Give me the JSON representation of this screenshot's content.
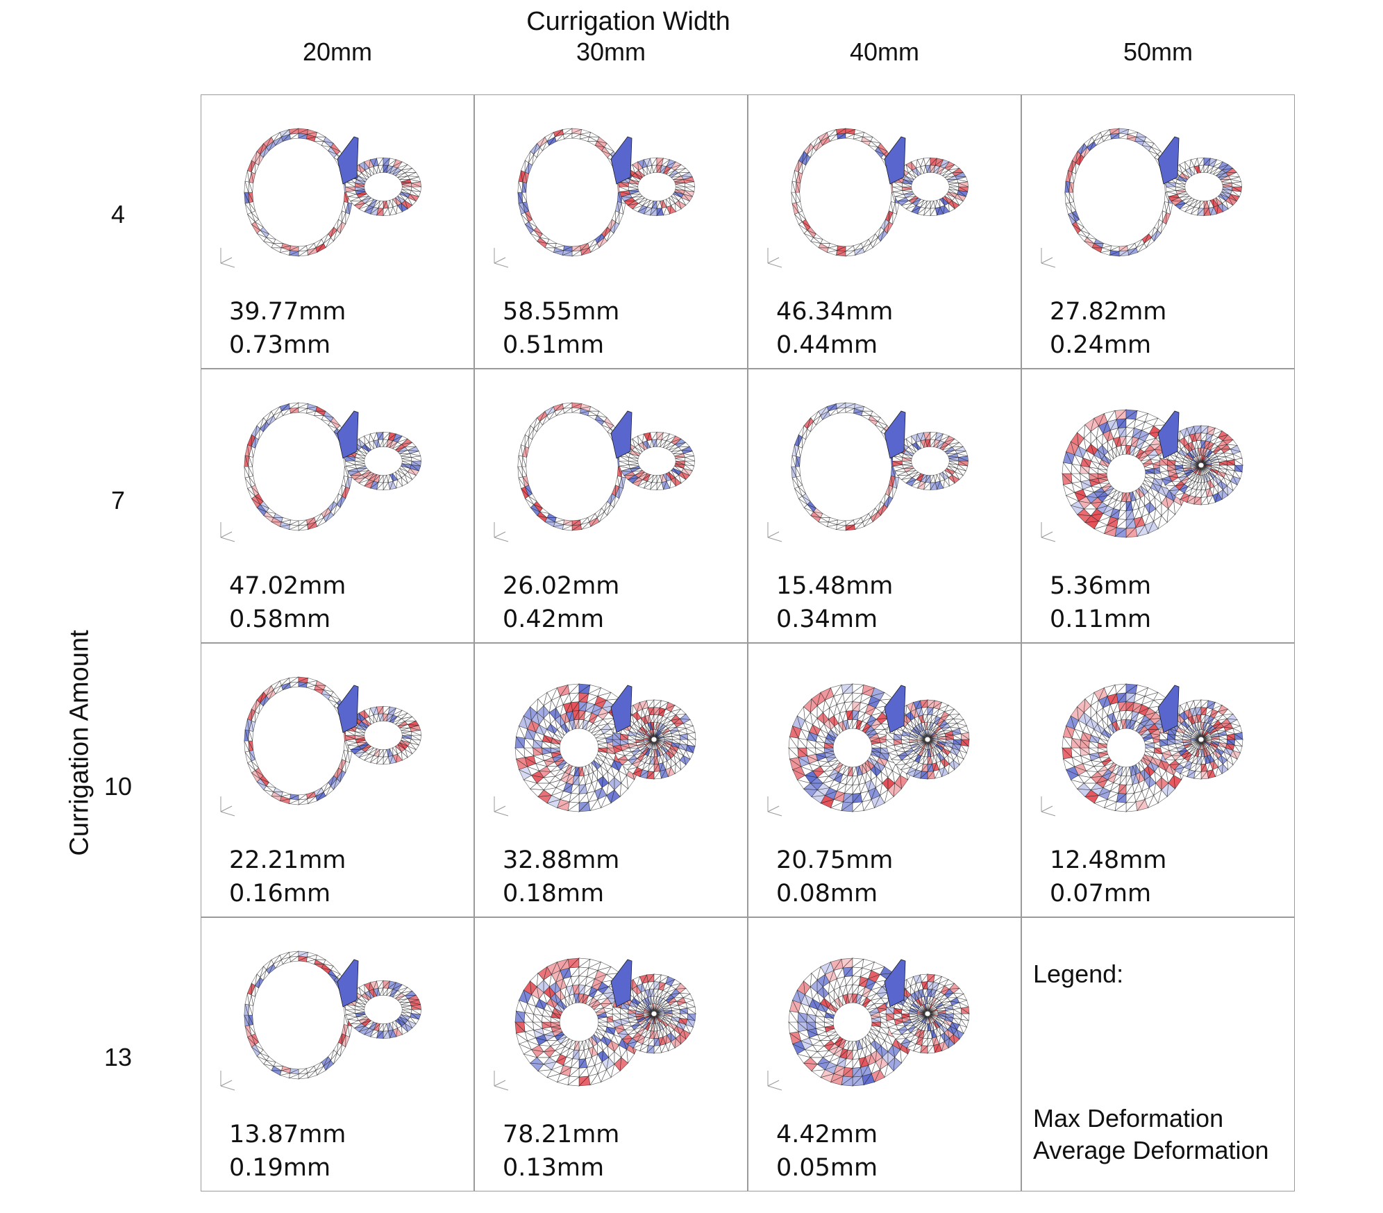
{
  "header": {
    "title": "Currigation Width",
    "columns": [
      "20mm",
      "30mm",
      "40mm",
      "50mm"
    ]
  },
  "side": {
    "title": "Currigation Amount",
    "rows": [
      "4",
      "7",
      "10",
      "13"
    ]
  },
  "cells": [
    [
      {
        "max": "39.77mm",
        "avg": "0.73mm",
        "shape": "wire"
      },
      {
        "max": "58.55mm",
        "avg": "0.51mm",
        "shape": "wire"
      },
      {
        "max": "46.34mm",
        "avg": "0.44mm",
        "shape": "wire"
      },
      {
        "max": "27.82mm",
        "avg": "0.24mm",
        "shape": "wire"
      }
    ],
    [
      {
        "max": "47.02mm",
        "avg": "0.58mm",
        "shape": "wire"
      },
      {
        "max": "26.02mm",
        "avg": "0.42mm",
        "shape": "wire"
      },
      {
        "max": "15.48mm",
        "avg": "0.34mm",
        "shape": "wire"
      },
      {
        "max": "5.36mm",
        "avg": "0.11mm",
        "shape": "filled"
      }
    ],
    [
      {
        "max": "22.21mm",
        "avg": "0.16mm",
        "shape": "wire"
      },
      {
        "max": "32.88mm",
        "avg": "0.18mm",
        "shape": "filled"
      },
      {
        "max": "20.75mm",
        "avg": "0.08mm",
        "shape": "filled"
      },
      {
        "max": "12.48mm",
        "avg": "0.07mm",
        "shape": "filled"
      }
    ],
    [
      {
        "max": "13.87mm",
        "avg": "0.19mm",
        "shape": "wire"
      },
      {
        "max": "78.21mm",
        "avg": "0.13mm",
        "shape": "filled"
      },
      {
        "max": "4.42mm",
        "avg": "0.05mm",
        "shape": "filled"
      }
    ]
  ],
  "legend": {
    "title": "Legend:",
    "max_label": "Max Deformation",
    "avg_label": "Average Deformation"
  },
  "colors": {
    "high": "#e0303a",
    "low": "#3a4bc4",
    "mesh": "#1a1a1a"
  },
  "icons": [
    "axis-triad-icon"
  ]
}
